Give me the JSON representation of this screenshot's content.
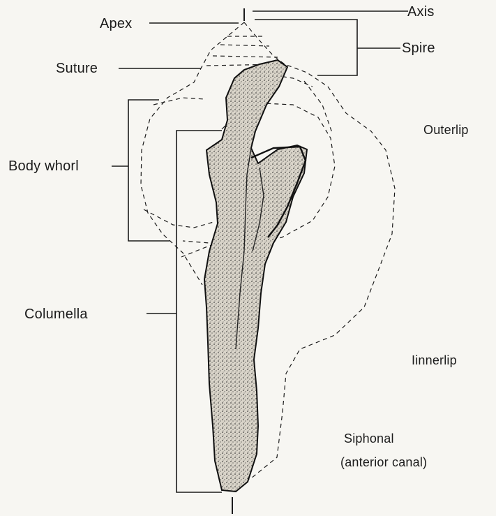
{
  "labels": {
    "axis": "Axis",
    "apex": "Apex",
    "spire": "Spire",
    "suture": "Suture",
    "outer_lip": "Outerlip",
    "body_whorl": "Body whorl",
    "columella": "Columella",
    "inner_lip": "Iinnerlip",
    "siphonal_line1": "Siphonal",
    "siphonal_line2": "(anterior canal)"
  },
  "colors": {
    "ink": "#1b1b1b",
    "paper": "#f7f6f2",
    "shell_fill": "#cfcac0"
  }
}
